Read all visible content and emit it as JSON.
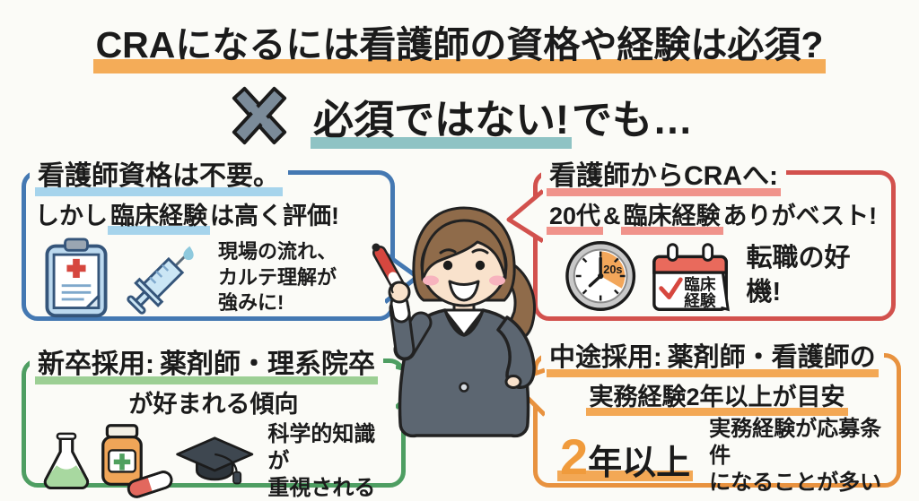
{
  "title": {
    "line1": "CRAになるには看護師の資格や経験は必須?",
    "answer": "必須ではない!",
    "suffix": "でも…"
  },
  "box_nurse_license": {
    "heading1": "看護師資格は不要。",
    "heading2_pre": "しかし",
    "heading2_hl": "臨床経験",
    "heading2_post": "は高く評価!",
    "note_l1": "現場の流れ、",
    "note_l2": "カルテ理解が",
    "note_l3": "強みに!"
  },
  "box_nurse_to_cra": {
    "heading1": "看護師からCRAへ:",
    "heading2_hl1": "20代",
    "heading2_amp": "&",
    "heading2_hl2": "臨床経験",
    "heading2_post": "ありがベスト!",
    "clock_label": "20s",
    "calendar_l1": "臨床",
    "calendar_l2": "経験",
    "note": "転職の好機!"
  },
  "box_new_grad": {
    "heading1_hl1": "新卒採用:",
    "heading1_hl2": "薬剤師・理系院卒",
    "heading2": "が好まれる傾向",
    "note_l1": "科学的知識が",
    "note_l2": "重視される"
  },
  "box_mid_career": {
    "heading1_hl1": "中途採用:",
    "heading1_hl2": "薬剤師・看護師の",
    "heading2": "実務経験2年以上が目安",
    "big_digit": "2",
    "big_rest": "年以上",
    "note_l1": "実務経験が応募条件",
    "note_l2": "になることが多い"
  },
  "colors": {
    "title_highlight": "#F4AC58",
    "answer_highlight": "#8FC3C4",
    "blue_box": "#4478B2",
    "red_box": "#D2514D",
    "green_box": "#4E9E62",
    "orange_box": "#E8923F",
    "blue_highlight": "#A6D4EC",
    "pink_highlight": "#F0938B",
    "green_highlight": "#9CCF94",
    "orange_highlight": "#F3A855",
    "x_mark": "#7B8B99"
  }
}
